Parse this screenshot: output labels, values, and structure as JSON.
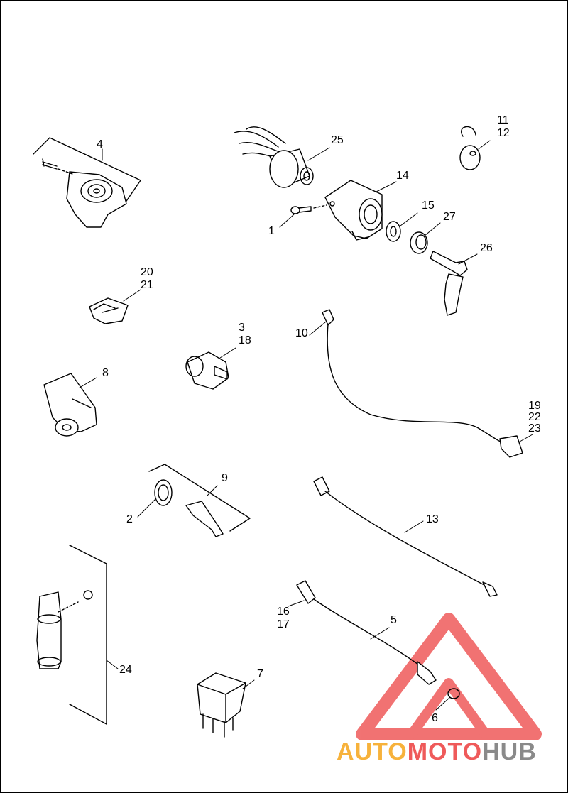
{
  "callouts": {
    "c1": "1",
    "c2": "2",
    "c3": "3",
    "c18": "18",
    "c4": "4",
    "c5": "5",
    "c6": "6",
    "c7": "7",
    "c8": "8",
    "c9": "9",
    "c10": "10",
    "c11": "11",
    "c12": "12",
    "c13": "13",
    "c14": "14",
    "c15": "15",
    "c16": "16",
    "c17": "17",
    "c19": "19",
    "c22": "22",
    "c23": "23",
    "c20": "20",
    "c21": "21",
    "c24": "24",
    "c25": "25",
    "c26": "26",
    "c27": "27"
  },
  "watermark": {
    "part1": "AUTO",
    "part2": "MOTO",
    "part3": "HUB",
    "color1": "#f7b23b",
    "color2": "#ef5a5a",
    "color3": "#8a8a8a"
  },
  "colors": {
    "line": "#000000",
    "logo_red": "#ef5a5a"
  },
  "icons": [
    "ignition-switch-icon",
    "key-icon",
    "bezel-icon",
    "washer-icon",
    "screw-icon",
    "key-tag-icon",
    "sensor-icon",
    "fuse-icon",
    "pressure-switch-icon",
    "map-sensor-icon",
    "temp-sensor-icon",
    "o-ring-icon",
    "cable-icon",
    "relay-icon",
    "logo-triangle-icon"
  ]
}
